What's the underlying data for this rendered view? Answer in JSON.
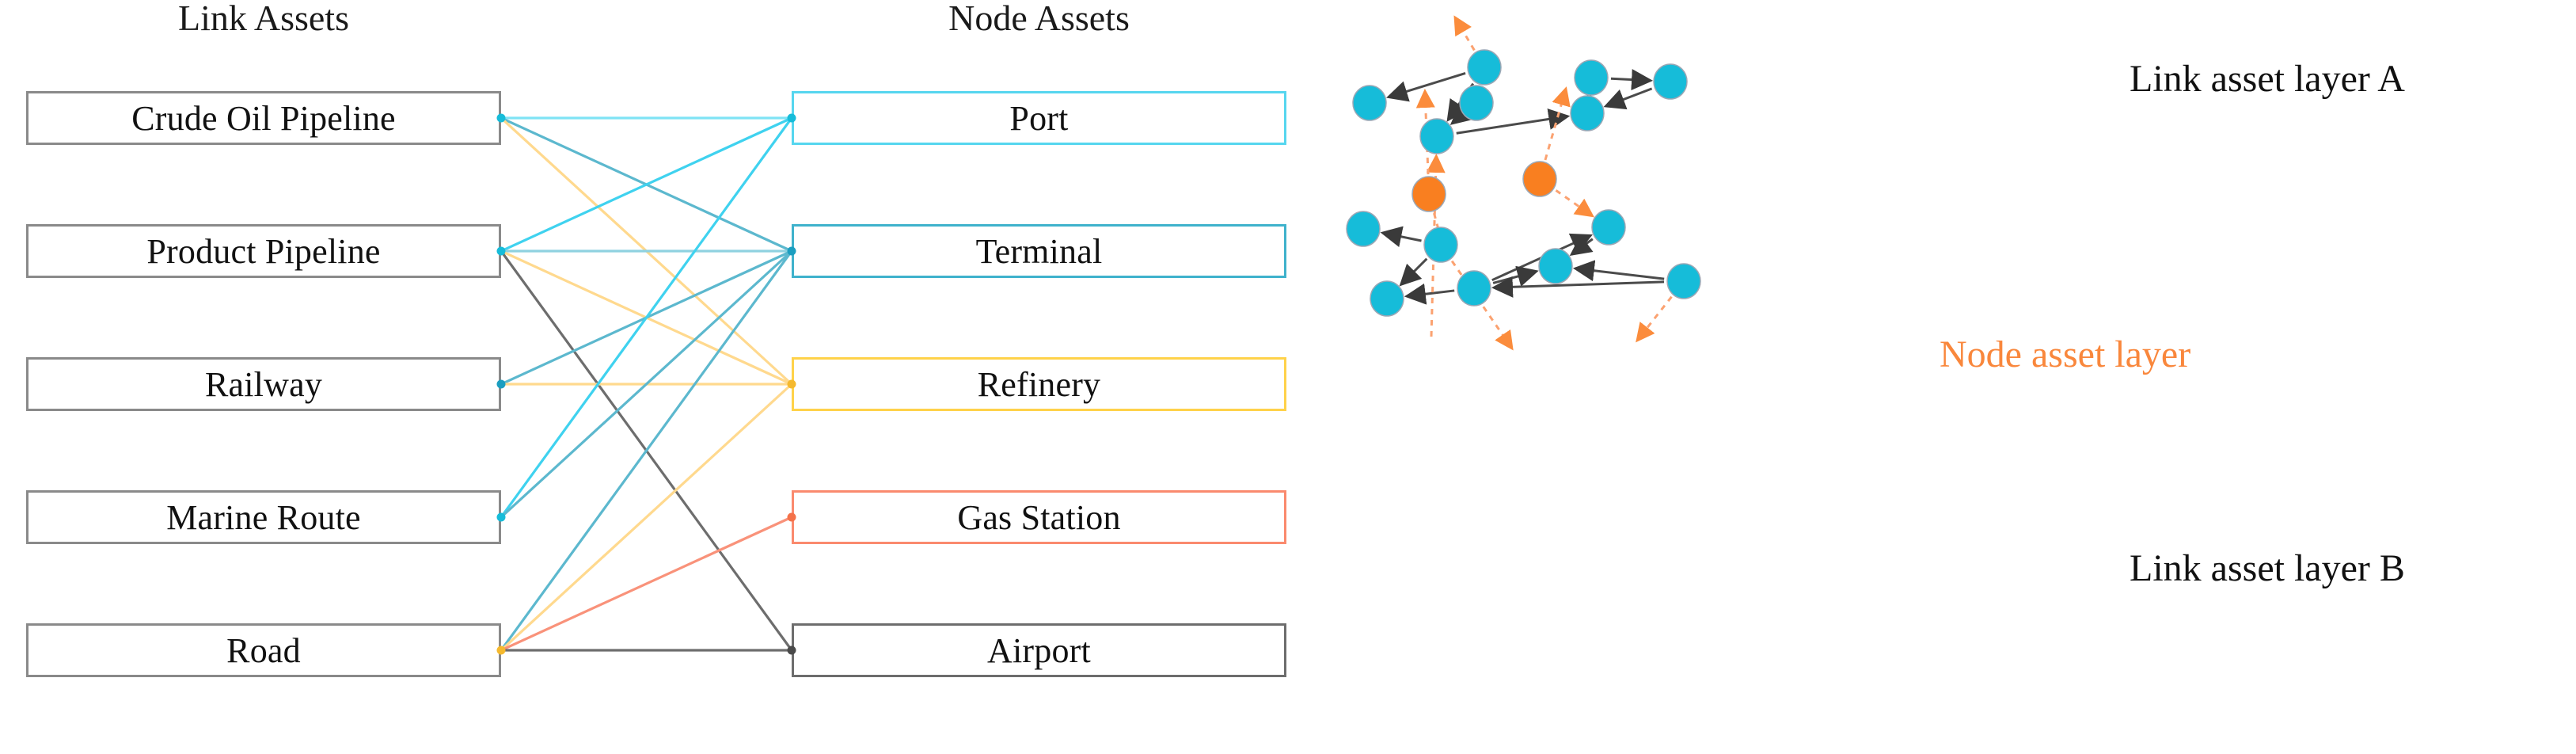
{
  "columns": {
    "link": {
      "title": "Link Assets",
      "items": [
        {
          "label": "Crude Oil Pipeline",
          "border": "#8a8a8a"
        },
        {
          "label": "Product Pipeline",
          "border": "#8a8a8a"
        },
        {
          "label": "Railway",
          "border": "#8a8a8a"
        },
        {
          "label": "Marine Route",
          "border": "#8a8a8a"
        },
        {
          "label": "Road",
          "border": "#8a8a8a"
        }
      ]
    },
    "node": {
      "title": "Node Assets",
      "items": [
        {
          "label": "Port",
          "border": "#56d6ef"
        },
        {
          "label": "Terminal",
          "border": "#3fb2cc"
        },
        {
          "label": "Refinery",
          "border": "#ffd24a"
        },
        {
          "label": "Gas Station",
          "border": "#fa8a6e"
        },
        {
          "label": "Airport",
          "border": "#6d6d6d"
        }
      ]
    }
  },
  "legend": {
    "layer_a": "Link asset layer A",
    "node_layer": "Node asset layer",
    "layer_b": "Link asset layer B"
  },
  "chart_data": {
    "type": "diagram",
    "title": "Bipartite link-asset / node-asset mapping with multilayer network",
    "bipartite": {
      "left": [
        "Crude Oil Pipeline",
        "Product Pipeline",
        "Railway",
        "Marine Route",
        "Road"
      ],
      "right": [
        "Port",
        "Terminal",
        "Refinery",
        "Gas Station",
        "Airport"
      ],
      "edge_colors": {
        "Port": "#56d6ef",
        "Terminal": "#3fb2cc",
        "Refinery": "#ffd24a",
        "Gas Station": "#fa8a6e",
        "Airport": "#6d6d6d"
      },
      "edges": [
        {
          "from": "Crude Oil Pipeline",
          "to": "Port",
          "color": "#7fe3f5"
        },
        {
          "from": "Crude Oil Pipeline",
          "to": "Terminal",
          "color": "#5cb8ce"
        },
        {
          "from": "Crude Oil Pipeline",
          "to": "Refinery",
          "color": "#ffd98e"
        },
        {
          "from": "Product Pipeline",
          "to": "Port",
          "color": "#3fd2ef"
        },
        {
          "from": "Product Pipeline",
          "to": "Terminal",
          "color": "#8fd2e0"
        },
        {
          "from": "Product Pipeline",
          "to": "Refinery",
          "color": "#ffd98e"
        },
        {
          "from": "Product Pipeline",
          "to": "Airport",
          "color": "#6d6d6d"
        },
        {
          "from": "Railway",
          "to": "Terminal",
          "color": "#5cb8ce"
        },
        {
          "from": "Railway",
          "to": "Refinery",
          "color": "#ffd98e"
        },
        {
          "from": "Marine Route",
          "to": "Port",
          "color": "#3fd2ef"
        },
        {
          "from": "Marine Route",
          "to": "Terminal",
          "color": "#5cb8ce"
        },
        {
          "from": "Road",
          "to": "Terminal",
          "color": "#5cb8ce"
        },
        {
          "from": "Road",
          "to": "Refinery",
          "color": "#ffd98e"
        },
        {
          "from": "Road",
          "to": "Gas Station",
          "color": "#f9927a"
        },
        {
          "from": "Road",
          "to": "Airport",
          "color": "#6d6d6d"
        }
      ]
    },
    "network": {
      "node_colors": {
        "link_asset": "#16bcd9",
        "node_asset": "#f97f20"
      },
      "edge_styles": {
        "intra_layer": "solid gray arrow",
        "inter_layer": "dashed orange arrow"
      },
      "layer_a_nodes": 6,
      "layer_b_nodes": 7,
      "node_layer_nodes": 2
    }
  }
}
